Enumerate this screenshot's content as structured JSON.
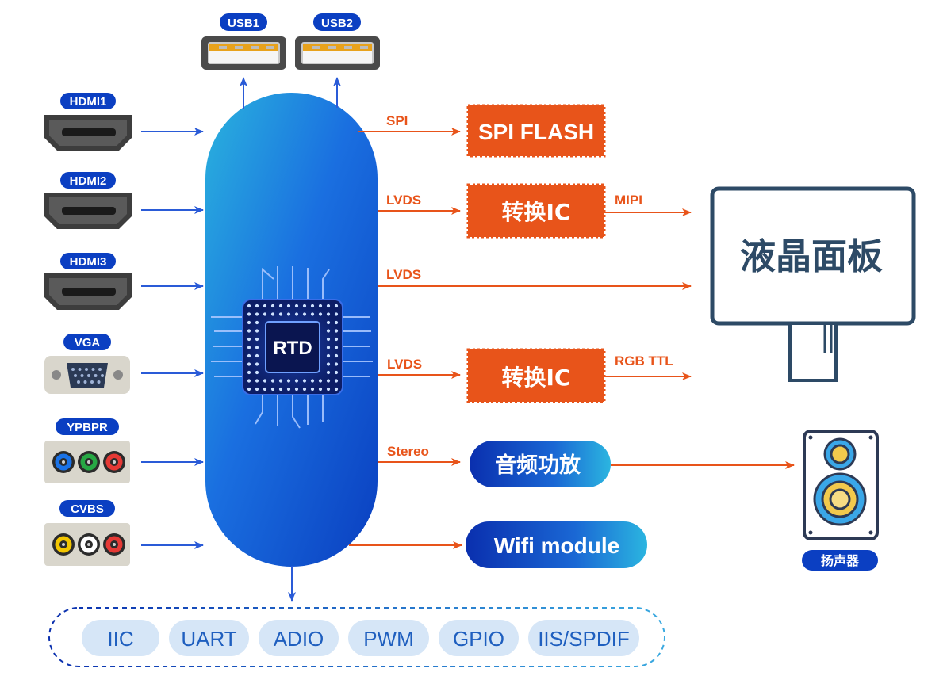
{
  "usb_ports": [
    {
      "label": "USB1"
    },
    {
      "label": "USB2"
    }
  ],
  "inputs": [
    {
      "label": "HDMI1",
      "kind": "hdmi"
    },
    {
      "label": "HDMI2",
      "kind": "hdmi"
    },
    {
      "label": "HDMI3",
      "kind": "hdmi"
    },
    {
      "label": "VGA",
      "kind": "vga"
    },
    {
      "label": "YPBPR",
      "kind": "rca3",
      "jack_colors": [
        "#1a73e8",
        "#27a844",
        "#e53935"
      ]
    },
    {
      "label": "CVBS",
      "kind": "rca3",
      "jack_colors": [
        "#f2c500",
        "#ffffff",
        "#e53935"
      ]
    }
  ],
  "soc": {
    "label": "RTD"
  },
  "outputs": {
    "spi_flash": {
      "link": "SPI",
      "label": "SPI FLASH"
    },
    "conv_ic_1": {
      "link_in": "LVDS",
      "label": "转换IC",
      "link_out": "MIPI"
    },
    "direct_lvds": {
      "link": "LVDS"
    },
    "conv_ic_2": {
      "link_in": "LVDS",
      "label": "转换IC",
      "link_out": "RGB TTL"
    },
    "audio_amp": {
      "link": "Stereo",
      "label": "音频功放"
    },
    "wifi": {
      "label": "Wifi module"
    }
  },
  "panel": {
    "label": "液晶面板"
  },
  "speaker": {
    "label": "扬声器"
  },
  "peripherals": [
    "IIC",
    "UART",
    "ADIO",
    "PWM",
    "GPIO",
    "IIS/SPDIF"
  ],
  "colors": {
    "input_arrow": "#2a5bd7",
    "output_arrow": "#e8541a",
    "ic_orange": "#e8541a",
    "badge_blue": "#0b3fc2",
    "panel_outline": "#2d4a66",
    "pill_fill": "#d6e6f7",
    "pill_text": "#1f5fbf"
  }
}
